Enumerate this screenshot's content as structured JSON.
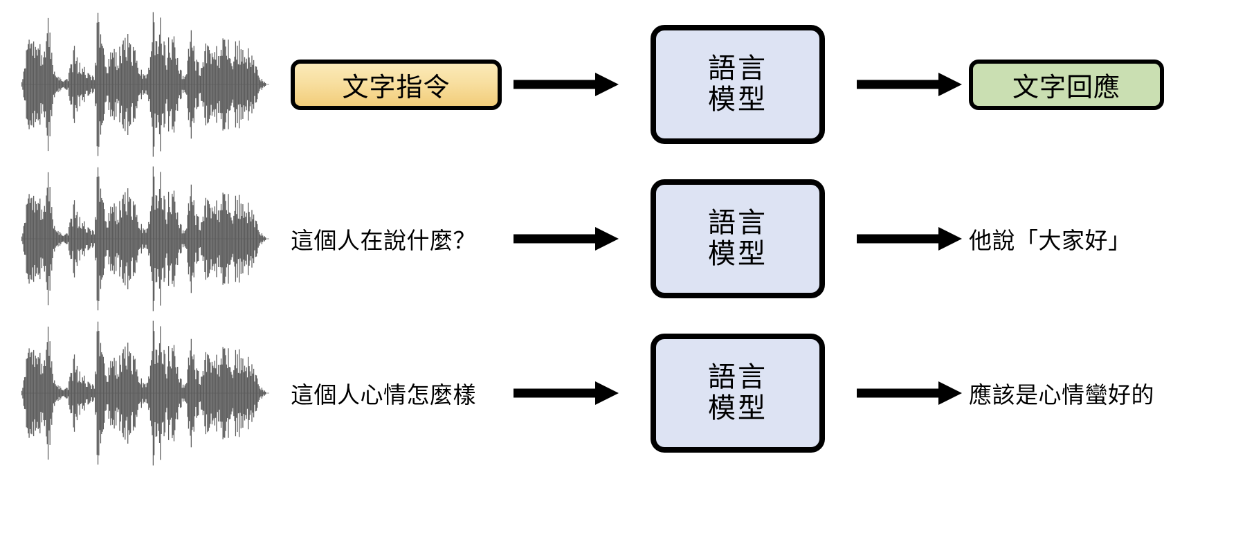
{
  "diagram": {
    "title": "Speech instruction to language model pipeline",
    "colors": {
      "instruction_chip_fill_top": "#fbeab8",
      "instruction_chip_fill_bottom": "#f2cd7a",
      "response_chip_fill": "#cadfb2",
      "model_box_fill": "#dde3f3",
      "border": "#000000",
      "waveform": "#5b5b5b",
      "background": "#ffffff"
    },
    "model_box": {
      "line1": "語言",
      "line2": "模型"
    },
    "rows": [
      {
        "id": "row-1",
        "waveform_label": "speech-waveform",
        "input": {
          "kind": "chip",
          "style": "yellow",
          "text": "文字指令"
        },
        "output": {
          "kind": "chip",
          "style": "green",
          "text": "文字回應"
        }
      },
      {
        "id": "row-2",
        "waveform_label": "speech-waveform",
        "input": {
          "kind": "text",
          "style": "plain",
          "text": "這個人在說什麼？"
        },
        "output": {
          "kind": "text",
          "style": "plain",
          "text": "他說「大家好」"
        }
      },
      {
        "id": "row-3",
        "waveform_label": "speech-waveform",
        "input": {
          "kind": "text",
          "style": "plain",
          "text": "這個人心情怎麼樣"
        },
        "output": {
          "kind": "text",
          "style": "plain",
          "text": "應該是心情蠻好的"
        }
      }
    ],
    "icons": {
      "arrow": "arrow-right-icon",
      "waveform": "audio-waveform-icon"
    }
  }
}
